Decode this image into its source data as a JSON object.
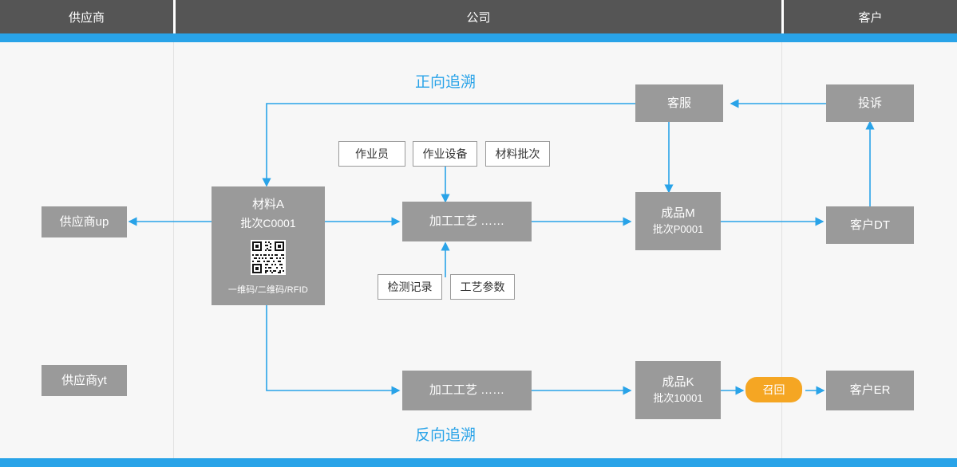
{
  "header": {
    "lanes": [
      {
        "label": "供应商"
      },
      {
        "label": "公司"
      },
      {
        "label": "客户"
      }
    ]
  },
  "labels": {
    "forward": "正向追溯",
    "backward": "反向追溯"
  },
  "nodes": {
    "supplier_up": {
      "label": "供应商up"
    },
    "supplier_yt": {
      "label": "供应商yt"
    },
    "material": {
      "title": "材料A",
      "batch": "批次C0001",
      "codes": "一维码/二维码/RFID",
      "qr_alt": "qr-code"
    },
    "process_top": {
      "label": "加工工艺  ……"
    },
    "process_bottom": {
      "label": "加工工艺  ……"
    },
    "product_m": {
      "title": "成品M",
      "batch": "批次P0001"
    },
    "product_k": {
      "title": "成品K",
      "batch": "批次10001"
    },
    "service": {
      "label": "客服"
    },
    "complaint": {
      "label": "投诉"
    },
    "customer_dt": {
      "label": "客户DT"
    },
    "customer_er": {
      "label": "客户ER"
    },
    "recall": {
      "label": "召回"
    }
  },
  "attributes": {
    "operator": "作业员",
    "equipment": "作业设备",
    "material_batch": "材料批次",
    "inspection_record": "检测记录",
    "process_params": "工艺参数"
  },
  "colors": {
    "accent": "#29a3e8",
    "node": "#9a9a9a",
    "header": "#555555",
    "recall": "#f5a623",
    "canvas": "#f7f7f7"
  }
}
